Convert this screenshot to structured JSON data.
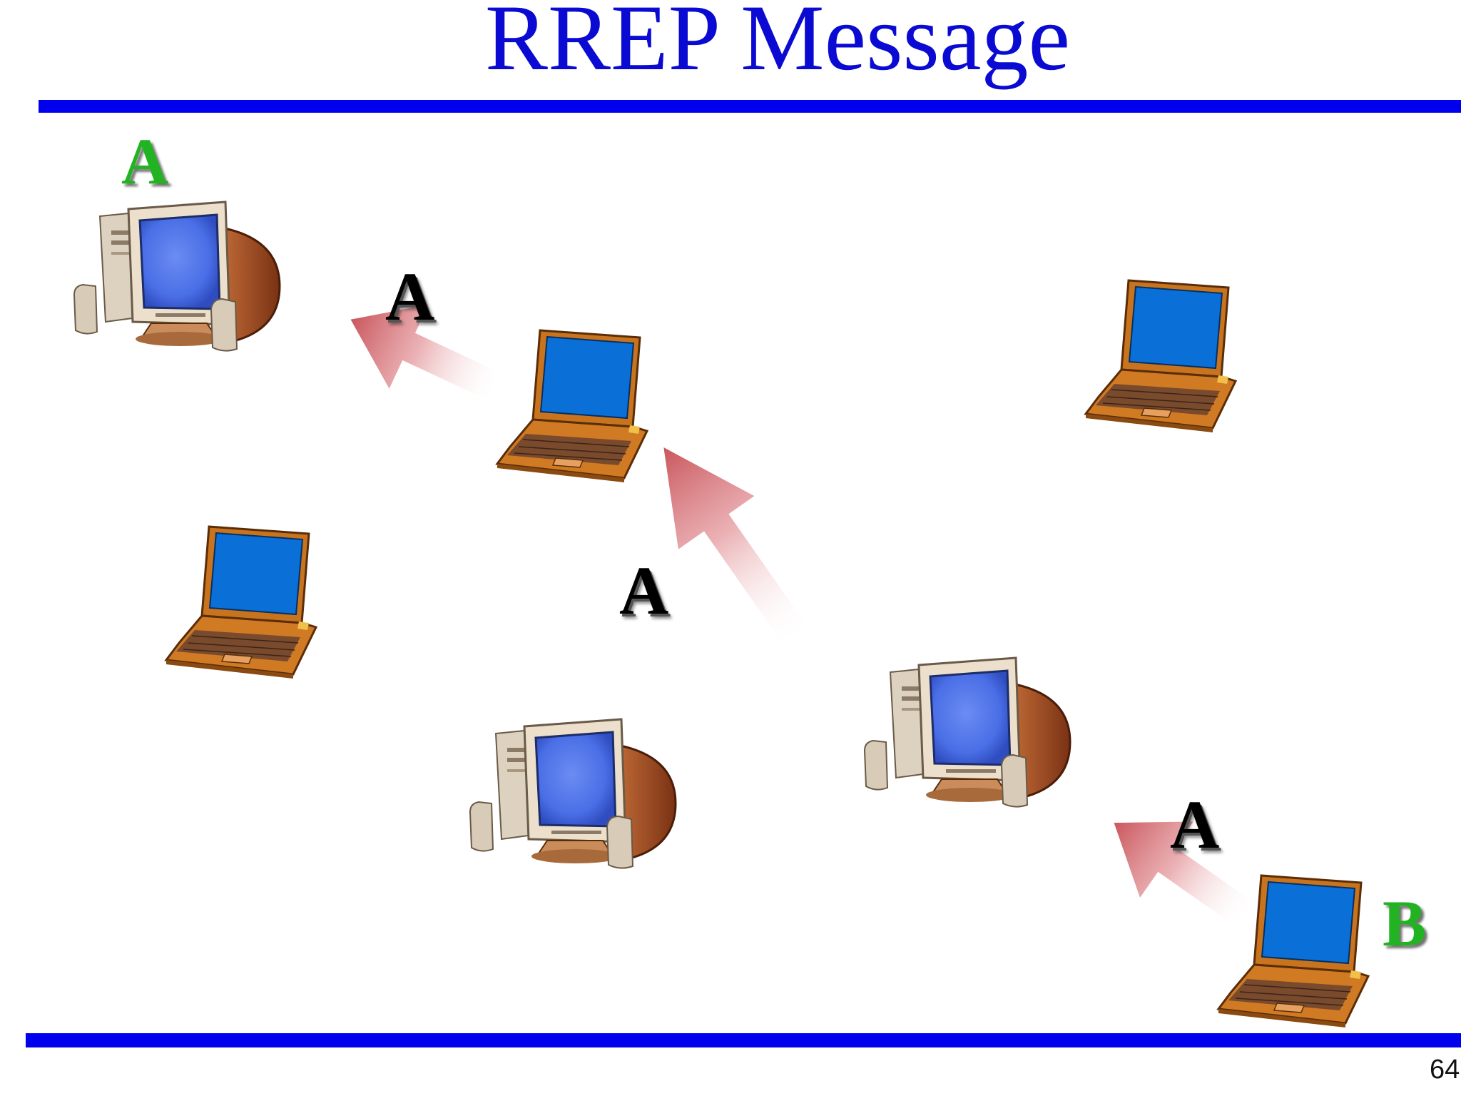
{
  "slide": {
    "title": "RREP Message",
    "page_number": "64",
    "source_label": "A",
    "destination_label": "B",
    "message_label": "A"
  },
  "colors": {
    "title": "#0a0ad2",
    "rule": "#0000ee",
    "node_label": "#22b322",
    "arrow": "#c9575d",
    "laptop_body": "#c8741e",
    "screen": "#0a6fd6",
    "desktop_case": "#d9cdbb"
  },
  "nodes": [
    {
      "id": "source",
      "icon": "desktop-computer-icon",
      "label": "A"
    },
    {
      "id": "relay-1",
      "icon": "laptop-icon"
    },
    {
      "id": "idle-1",
      "icon": "laptop-icon"
    },
    {
      "id": "idle-2",
      "icon": "laptop-icon"
    },
    {
      "id": "idle-3",
      "icon": "desktop-computer-icon"
    },
    {
      "id": "relay-2",
      "icon": "desktop-computer-icon"
    },
    {
      "id": "destination",
      "icon": "laptop-icon",
      "label": "B"
    }
  ],
  "messages": [
    {
      "from": "destination",
      "to": "relay-2",
      "label": "A"
    },
    {
      "from": "relay-2",
      "to": "relay-1",
      "label": "A"
    },
    {
      "from": "relay-1",
      "to": "source",
      "label": "A"
    }
  ]
}
